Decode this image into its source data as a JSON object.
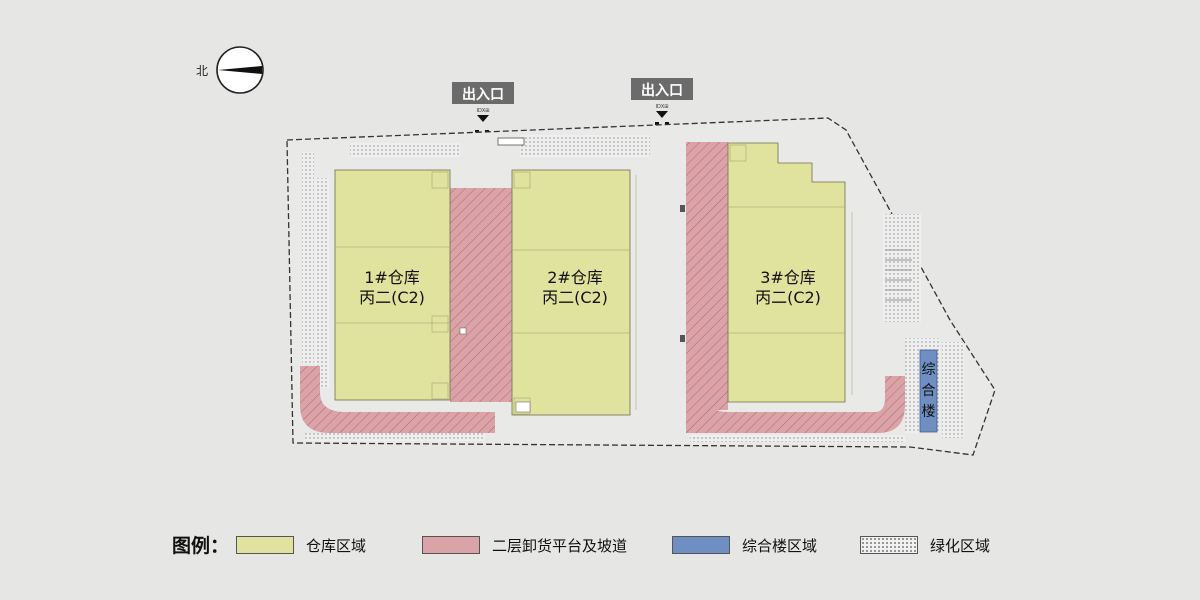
{
  "compass": {
    "label": "北"
  },
  "entrances": [
    {
      "label": "出入口",
      "sublabel": "IDX⊞"
    },
    {
      "label": "出入口",
      "sublabel": "IDX⊞"
    }
  ],
  "buildings": {
    "warehouse_1": {
      "name": "1#仓库",
      "class": "丙二(C2)"
    },
    "warehouse_2": {
      "name": "2#仓库",
      "class": "丙二(C2)"
    },
    "warehouse_3": {
      "name": "3#仓库",
      "class": "丙二(C2)"
    },
    "office": {
      "chars": [
        "综",
        "合",
        "楼"
      ]
    }
  },
  "legend": {
    "title": "图例：",
    "items": [
      {
        "label": "仓库区域"
      },
      {
        "label": "二层卸货平台及坡道"
      },
      {
        "label": "综合楼区域"
      },
      {
        "label": "绿化区域"
      }
    ]
  },
  "colors": {
    "warehouse": "#e0e39d",
    "platform": "#d9a3a8",
    "office": "#6f8fc2",
    "background": "#e6e6e4",
    "entrance_label_bg": "#6b6b6b"
  }
}
